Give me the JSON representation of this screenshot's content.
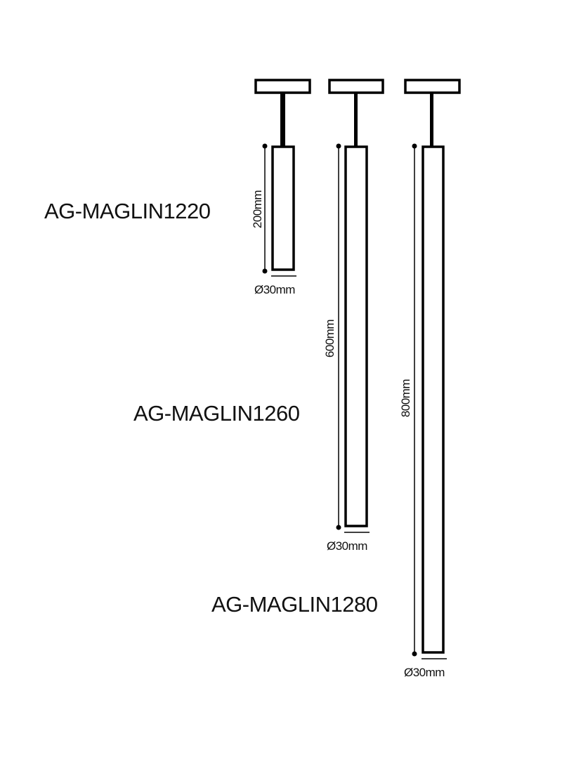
{
  "products": [
    {
      "model": "AG-MAGLIN1220",
      "length": "200mm",
      "diameter": "Ø30mm"
    },
    {
      "model": "AG-MAGLIN1260",
      "length": "600mm",
      "diameter": "Ø30mm"
    },
    {
      "model": "AG-MAGLIN1280",
      "length": "800mm",
      "diameter": "Ø30mm"
    }
  ]
}
